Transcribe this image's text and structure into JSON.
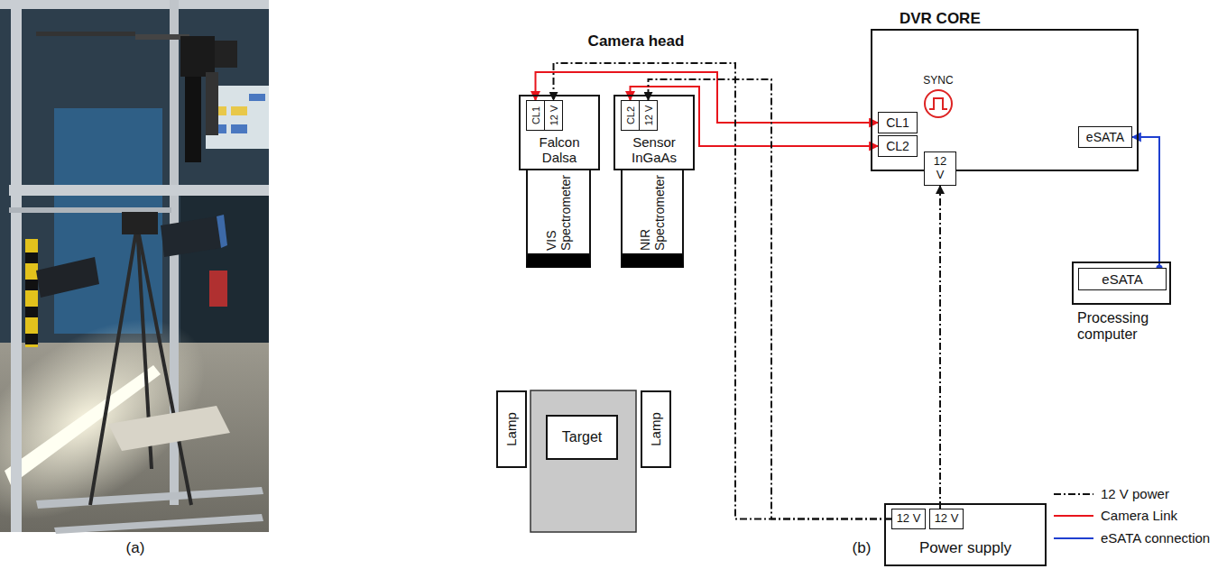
{
  "diagram": {
    "nodes": [
      {
        "text": [
          "Falcon Dalsa"
        ]
      },
      {
        "text": [
          "CL1"
        ],
        "in": 0
      },
      {
        "text": [
          "12 V"
        ],
        "in": 0
      },
      {
        "text": [
          "VIS Spectrometer"
        ]
      },
      {
        "text": [
          "Sensor InGaAs"
        ]
      },
      {
        "text": [
          "CL2"
        ],
        "in": 4
      },
      {
        "text": [
          "12 V"
        ],
        "in": 4
      },
      {
        "text": [
          "NIR Spectrometer"
        ]
      },
      {
        "text": [
          "Target"
        ]
      },
      {
        "text": [
          "Lamp"
        ]
      },
      {
        "text": [
          "Lamp"
        ]
      },
      {
        "text": [
          "DVR CORE"
        ]
      },
      {
        "text": [
          "CL1"
        ],
        "in": 11
      },
      {
        "text": [
          "CL2"
        ],
        "in": 11
      },
      {
        "text": [
          "eSATA"
        ],
        "in": 11
      },
      {
        "text": [
          "12 V"
        ],
        "in": 11
      },
      {
        "text": [
          "Power supply"
        ]
      },
      {
        "text": [
          "12 V"
        ],
        "in": 16
      },
      {
        "text": [
          "12 V"
        ],
        "in": 16
      },
      {
        "text": [
          "Processing computer"
        ]
      },
      {
        "text": [
          "eSATA"
        ],
        "in": 19
      }
    ],
    "edges": [
      {
        "from": 12,
        "to": 1,
        "arrow": "both"
      },
      {
        "from": 13,
        "to": 5,
        "arrow": "both"
      },
      {
        "from": 17,
        "to": 2,
        "arrow": "to"
      },
      {
        "from": 17,
        "to": 6,
        "arrow": "to"
      },
      {
        "from": 18,
        "to": 15,
        "arrow": "to"
      },
      {
        "from": 20,
        "to": 14,
        "arrow": "to"
      }
    ],
    "labels": [
      "Camera head",
      "SYNC",
      "(a)",
      "(b)"
    ],
    "legend": [
      {
        "text": "12 V power"
      },
      {
        "text": "Camera Link"
      },
      {
        "text": "eSATA connection"
      }
    ]
  }
}
